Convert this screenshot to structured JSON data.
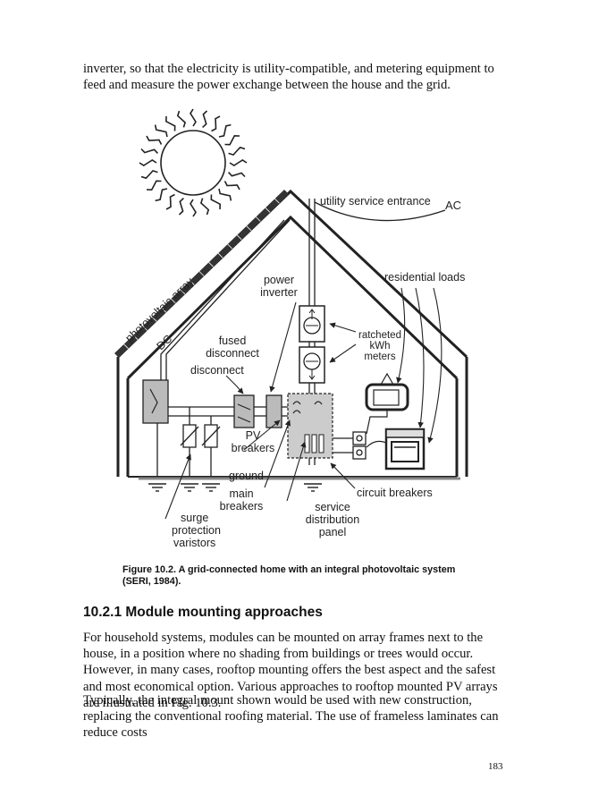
{
  "intro_paragraph": "inverter, so that the electricity is utility-compatible, and metering equipment to feed and measure the power exchange between the house and the grid.",
  "figure": {
    "labels": {
      "utility_service_entrance": "utility service entrance",
      "ac": "AC",
      "photovoltaic_array": "photovoltaic array",
      "dc": "DC",
      "power": "power",
      "inverter": "inverter",
      "residential_loads": "residential loads",
      "fused": "fused",
      "disconnect_fused": "disconnect",
      "ratcheted": "ratcheted",
      "kwh": "kWh",
      "meters": "meters",
      "disconnect": "disconnect",
      "pv": "PV",
      "breakers": "breakers",
      "ground": "ground",
      "main": "main",
      "main_breakers": "breakers",
      "circuit_breakers": "circuit breakers",
      "surge": "surge",
      "protection": "protection",
      "varistors": "varistors",
      "service": "service",
      "distribution": "distribution",
      "panel": "panel"
    }
  },
  "caption": "Figure 10.2. A grid-connected home with an integral photovoltaic system (SERI, 1984).",
  "section_heading": "10.2.1 Module mounting approaches",
  "paragraph_mounting": "For household systems, modules can be mounted on array frames next to the house, in a position where no shading from buildings or trees would occur. However, in many cases, rooftop mounting offers the best aspect and the safest and most economical option. Various approaches to rooftop mounted PV arrays are illustrated in Fig. 10.3.",
  "paragraph_typically": "Typically, the integral mount shown would be used with new construction, replacing the conventional roofing material. The use of frameless laminates can reduce costs",
  "page_number": "183"
}
